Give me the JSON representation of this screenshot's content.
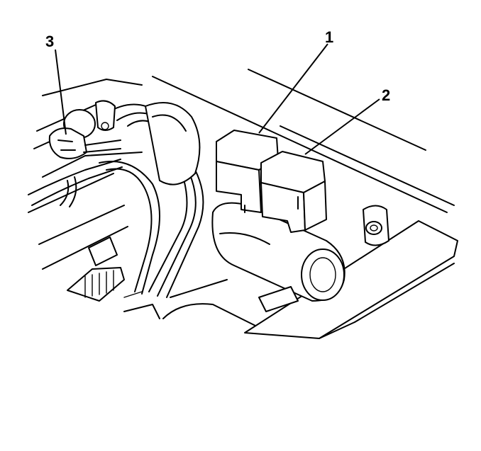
{
  "diagram": {
    "subject": "engine-bay-relays-and-connector",
    "callouts": [
      {
        "id": "callout-3",
        "label": "3"
      },
      {
        "id": "callout-1",
        "label": "1"
      },
      {
        "id": "callout-2",
        "label": "2"
      }
    ]
  },
  "colors": {
    "line": "#000000",
    "background": "#ffffff"
  }
}
